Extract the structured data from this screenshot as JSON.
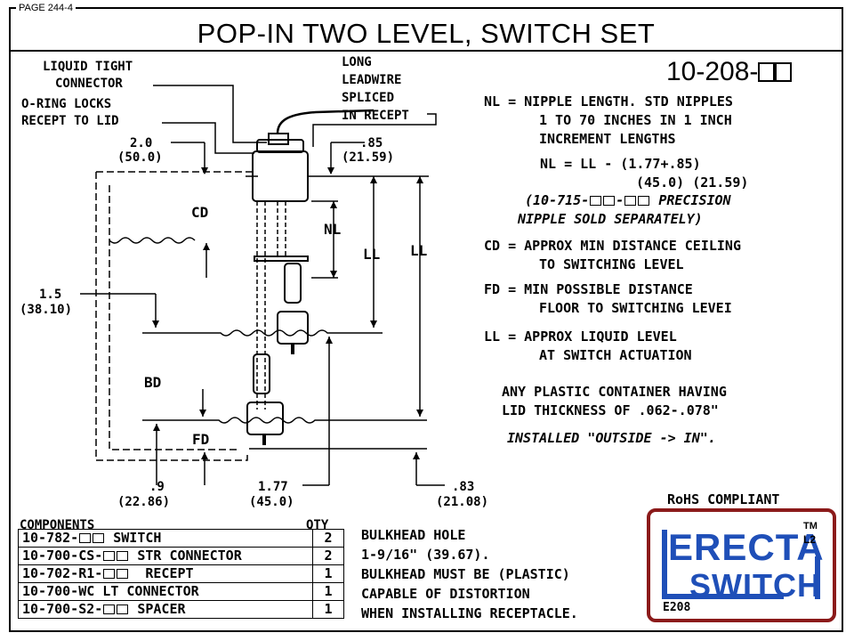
{
  "header": {
    "page_tag": "PAGE 244-4",
    "title": "POP-IN TWO LEVEL, SWITCH SET",
    "part_number": "10-208-"
  },
  "callouts": {
    "liquid_tight": [
      "LIQUID TIGHT",
      "CONNECTOR"
    ],
    "o_ring": [
      "O-RING LOCKS",
      "RECEPT TO LID"
    ],
    "long_leadwire": [
      "LONG",
      "LEADWIRE",
      "SPLICED",
      "IN RECEPT"
    ],
    "dim_2_0": "2.0",
    "dim_2_0_mm": "(50.0)",
    "dim_85": ".85",
    "dim_85_mm": "(21.59)",
    "dim_1_5": "1.5",
    "dim_1_5_mm": "(38.10)",
    "dim_9": ".9",
    "dim_9_mm": "(22.86)",
    "dim_1_77": "1.77",
    "dim_1_77_mm": "(45.0)",
    "dim_83": ".83",
    "dim_83_mm": "(21.08)",
    "cd": "CD",
    "nl": "NL",
    "ll_inner": "LL",
    "ll_outer": "LL",
    "bd": "BD",
    "fd": "FD"
  },
  "notes": {
    "nl_def": [
      "NL = NIPPLE LENGTH. STD NIPPLES",
      "1 TO 70 INCHES IN 1 INCH",
      "INCREMENT LENGTHS"
    ],
    "nl_formula": "NL = LL - (1.77+.85)",
    "nl_formula_mm": "(45.0) (21.59)",
    "precision_a": "(10-715-",
    "precision_b": "PRECISION",
    "precision_line2": "NIPPLE SOLD SEPARATELY)",
    "cd_def": [
      "CD = APPROX MIN DISTANCE CEILING",
      "TO SWITCHING LEVEL"
    ],
    "fd_def": [
      "FD = MIN POSSIBLE DISTANCE",
      "FLOOR TO SWITCHING LEVEI"
    ],
    "ll_def": [
      "LL = APPROX LIQUID LEVEL",
      "AT SWITCH ACTUATION"
    ],
    "container": [
      "ANY PLASTIC CONTAINER HAVING",
      "LID THICKNESS OF .062-.078\""
    ],
    "installed": "INSTALLED \"OUTSIDE -> IN\"."
  },
  "components": {
    "header_left": "COMPONENTS",
    "header_right": "QTY",
    "rows": [
      {
        "pre": "10-782-",
        "post": " SWITCH",
        "qty": "2"
      },
      {
        "pre": "10-700-CS-",
        "post": " STR CONNECTOR",
        "qty": "2"
      },
      {
        "pre": "10-702-R1-",
        "post": "  RECEPT",
        "qty": "1"
      },
      {
        "pre": "10-700-WC LT CONNECTOR",
        "post": "",
        "qty": "1"
      },
      {
        "pre": "10-700-S2-",
        "post": " SPACER",
        "qty": "1"
      }
    ]
  },
  "bulkhead": [
    "BULKHEAD HOLE",
    "1-9/16\" (39.67).",
    "BULKHEAD MUST BE (PLASTIC)",
    "CAPABLE OF DISTORTION",
    "WHEN INSTALLING RECEPTACLE."
  ],
  "rohs": "RoHS COMPLIANT",
  "logo": {
    "line1": "ERECTA",
    "line2": "SWITCH",
    "tm": "TM",
    "l2": "L2",
    "code": "E208",
    "brand_color": "#1f4fb8",
    "frame_color": "#8b1a1a"
  }
}
